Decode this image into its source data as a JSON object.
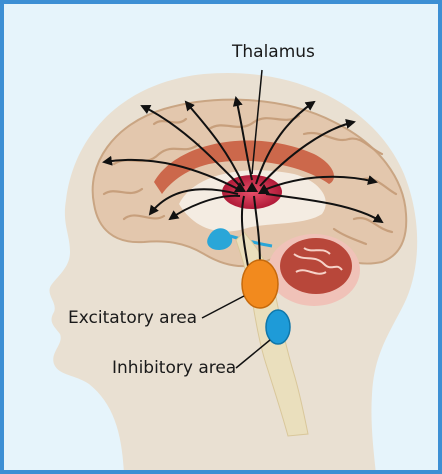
{
  "labels": {
    "thalamus": "Thalamus",
    "excitatory": "Excitatory area",
    "inhibitory": "Inhibitory area"
  },
  "colors": {
    "frame": "#3d8fd4",
    "background": "#e6f4fb",
    "head": "#e9e0d2",
    "brain": "#e3c7ad",
    "thalamus": "#cc2244",
    "cerebellum": "#b8473a",
    "excitatory": "#f28a1e",
    "inhibitory": "#1e9bd8",
    "ventricle": "#2aa6d8"
  },
  "icons": [
    "brain-illustration",
    "radiating-arrows"
  ]
}
